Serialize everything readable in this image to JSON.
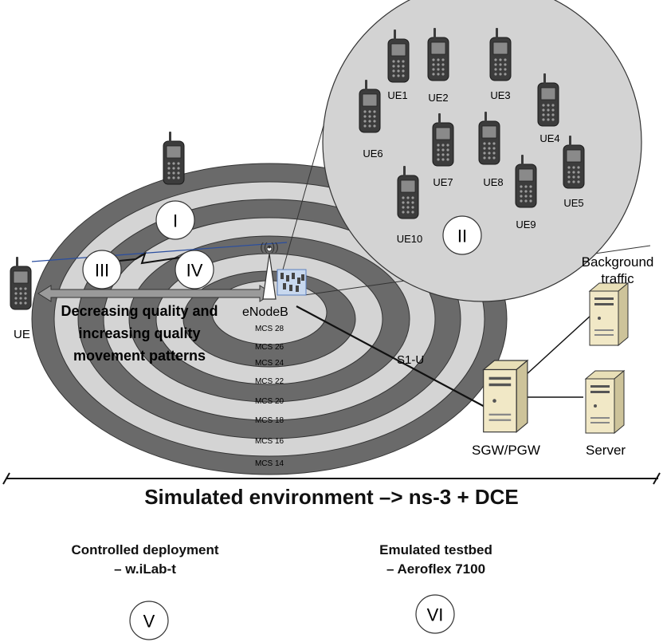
{
  "ue_labels": [
    "UE1",
    "UE2",
    "UE3",
    "UE4",
    "UE5",
    "UE6",
    "UE7",
    "UE8",
    "UE9",
    "UE10"
  ],
  "outer_ue_label": "UE",
  "enodeb_label": "eNodeB",
  "mcs_rings": [
    "MCS 28",
    "MCS 26",
    "MCS 24",
    "MCS 22",
    "MCS 20",
    "MCS 18",
    "MCS 16",
    "MCS 14"
  ],
  "movement_text_lines": [
    "Decreasing quality and",
    "increasing quality",
    "movement patterns"
  ],
  "markers": {
    "I": "I",
    "II": "II",
    "III": "III",
    "IV": "IV",
    "V": "V",
    "VI": "VI"
  },
  "s1u_label": "S1-U",
  "background_traffic_label": "Background traffic",
  "server_label": "Server",
  "gateway_label": "SGW/PGW",
  "sim_env_title": "Simulated environment –> ns-3 + DCE",
  "controlled_deployment": {
    "line1": "Controlled deployment",
    "line2": "– w.iLab-t"
  },
  "emulated_testbed": {
    "line1": "Emulated testbed",
    "line2": "– Aeroflex 7100"
  },
  "colors": {
    "ring_dark": "#6a6a6a",
    "ring_light": "#d4d4d4",
    "zoom_fill": "#d3d3d3",
    "phone": "#3c3c3c",
    "server": "#f1e8c6"
  }
}
